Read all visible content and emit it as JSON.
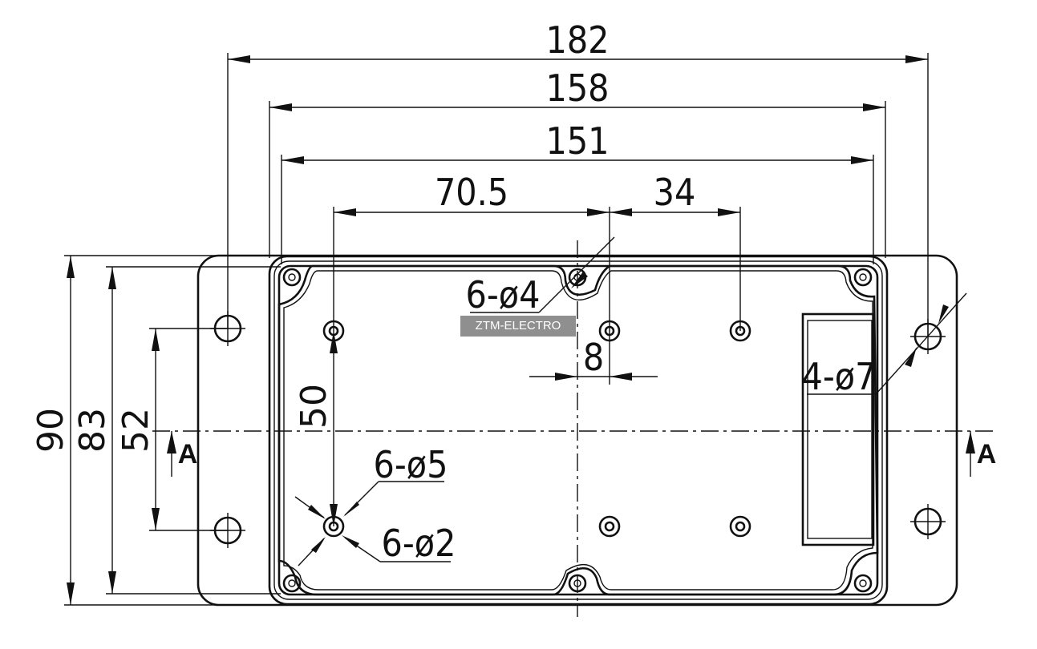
{
  "dimensions": {
    "d182": "182",
    "d158": "158",
    "d151": "151",
    "d70_5": "70.5",
    "d34": "34",
    "d90": "90",
    "d83": "83",
    "d52": "52",
    "d50": "50",
    "d8": "8"
  },
  "callouts": {
    "holes_4": "6-ø4",
    "holes_5": "6-ø5",
    "holes_2": "6-ø2",
    "holes_7": "4-ø7"
  },
  "section": {
    "left": "A",
    "right": "A"
  },
  "watermark": "ZTM-ELECTRO"
}
